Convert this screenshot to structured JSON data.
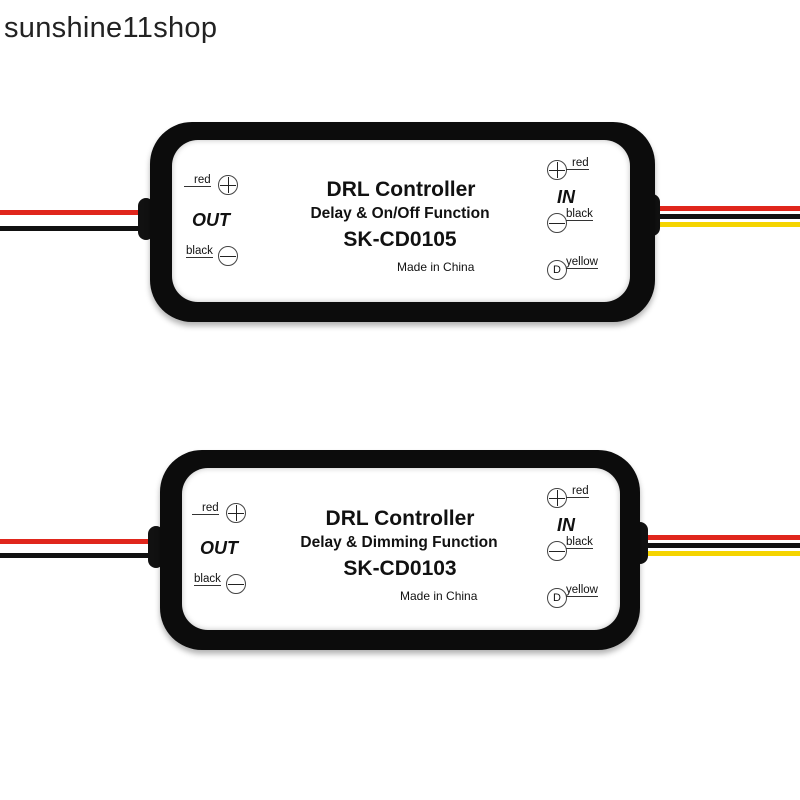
{
  "watermark": "sunshine11shop",
  "colors": {
    "red_wire": "#e0261c",
    "black_wire": "#111111",
    "yellow_wire": "#f5d400",
    "housing": "#0c0c0c"
  },
  "modules": [
    {
      "title": "DRL Controller",
      "function": "Delay & On/Off Function",
      "model": "SK-CD0105",
      "made_in": "Made in China",
      "out_label": "OUT",
      "in_label": "IN",
      "out_pos": "red",
      "out_neg": "black",
      "in_pos": "red",
      "in_neg": "black",
      "in_d": "yellow",
      "d_symbol": "D"
    },
    {
      "title": "DRL Controller",
      "function": "Delay & Dimming Function",
      "model": "SK-CD0103",
      "made_in": "Made in China",
      "out_label": "OUT",
      "in_label": "IN",
      "out_pos": "red",
      "out_neg": "black",
      "in_pos": "red",
      "in_neg": "black",
      "in_d": "yellow",
      "d_symbol": "D"
    }
  ]
}
